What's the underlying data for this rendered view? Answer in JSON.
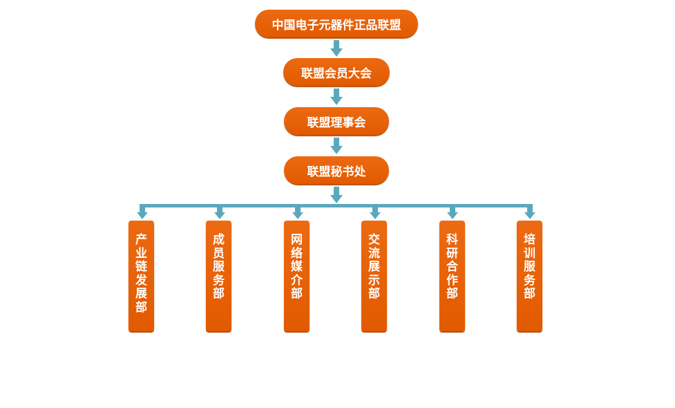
{
  "colors": {
    "box_fill": "#e25a00",
    "box_text": "#ffffff",
    "connector": "#5ba8bd"
  },
  "chain": [
    {
      "label": "中国电子元器件正品联盟"
    },
    {
      "label": "联盟会员大会"
    },
    {
      "label": "联盟理事会"
    },
    {
      "label": "联盟秘书处"
    }
  ],
  "departments": [
    {
      "label": "产业链发展部"
    },
    {
      "label": "成员服务部"
    },
    {
      "label": "网络媒介部"
    },
    {
      "label": "交流展示部"
    },
    {
      "label": "科研合作部"
    },
    {
      "label": "培训服务部"
    }
  ]
}
